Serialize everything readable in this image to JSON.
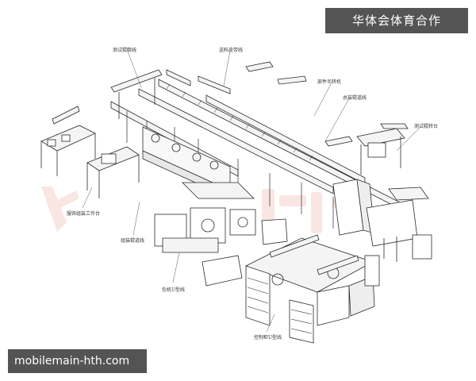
{
  "image": {
    "description_labels": {
      "label_1": "测试辊筒线",
      "label_2": "送料皮带线",
      "label_3": "部件半转机",
      "label_4": "总装辊道线",
      "label_5": "测试辊转台",
      "label_6": "服饰组装工作台",
      "label_7": "组装辊道线",
      "label_8": "包机U型线",
      "label_9": "控制柜U型线"
    },
    "watermark_text": "华体会体育合作",
    "bottom_text": "mobilemain-hth.com"
  },
  "colors": {
    "line": "#2a2a2a",
    "fill_light": "#f4f4f4",
    "watermark_red": "#f2c9c4",
    "badge_bg": "#3c3c3c"
  }
}
